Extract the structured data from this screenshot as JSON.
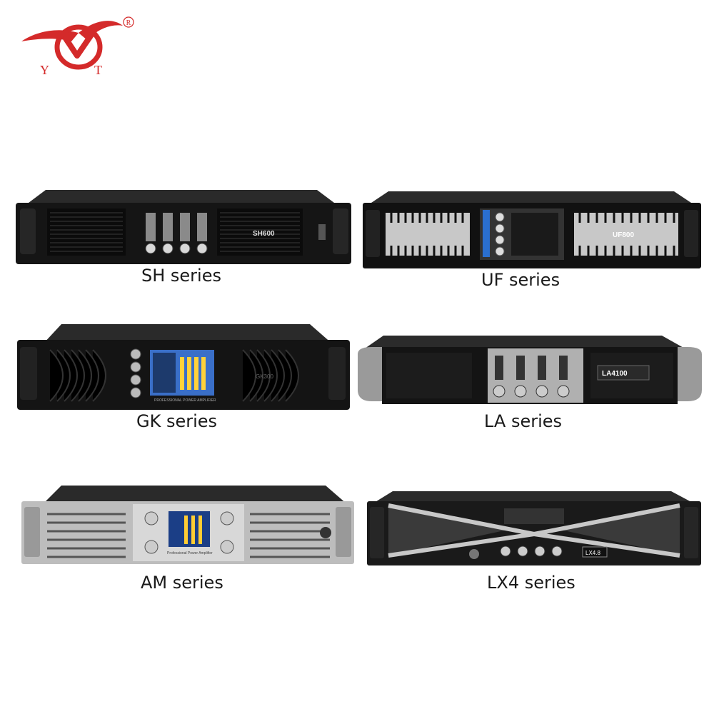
{
  "brand": {
    "logo_letters": [
      "Y",
      "T"
    ],
    "registered_mark": "R",
    "color": "#d42a2a"
  },
  "products": [
    {
      "caption": "SH series",
      "badge": "SH600",
      "screen_text": ""
    },
    {
      "caption": "UF series",
      "badge": "UF800",
      "screen_text": ""
    },
    {
      "caption": "GK series",
      "badge": "GK300",
      "screen_text": "PROFESSIONAL POWER AMPLIFIER"
    },
    {
      "caption": "LA series",
      "badge": "LA4100",
      "screen_text": ""
    },
    {
      "caption": "AM series",
      "badge": "",
      "screen_text": "Professional Power Amplifier"
    },
    {
      "caption": "LX4 series",
      "badge": "LX4.8",
      "screen_text": ""
    }
  ]
}
